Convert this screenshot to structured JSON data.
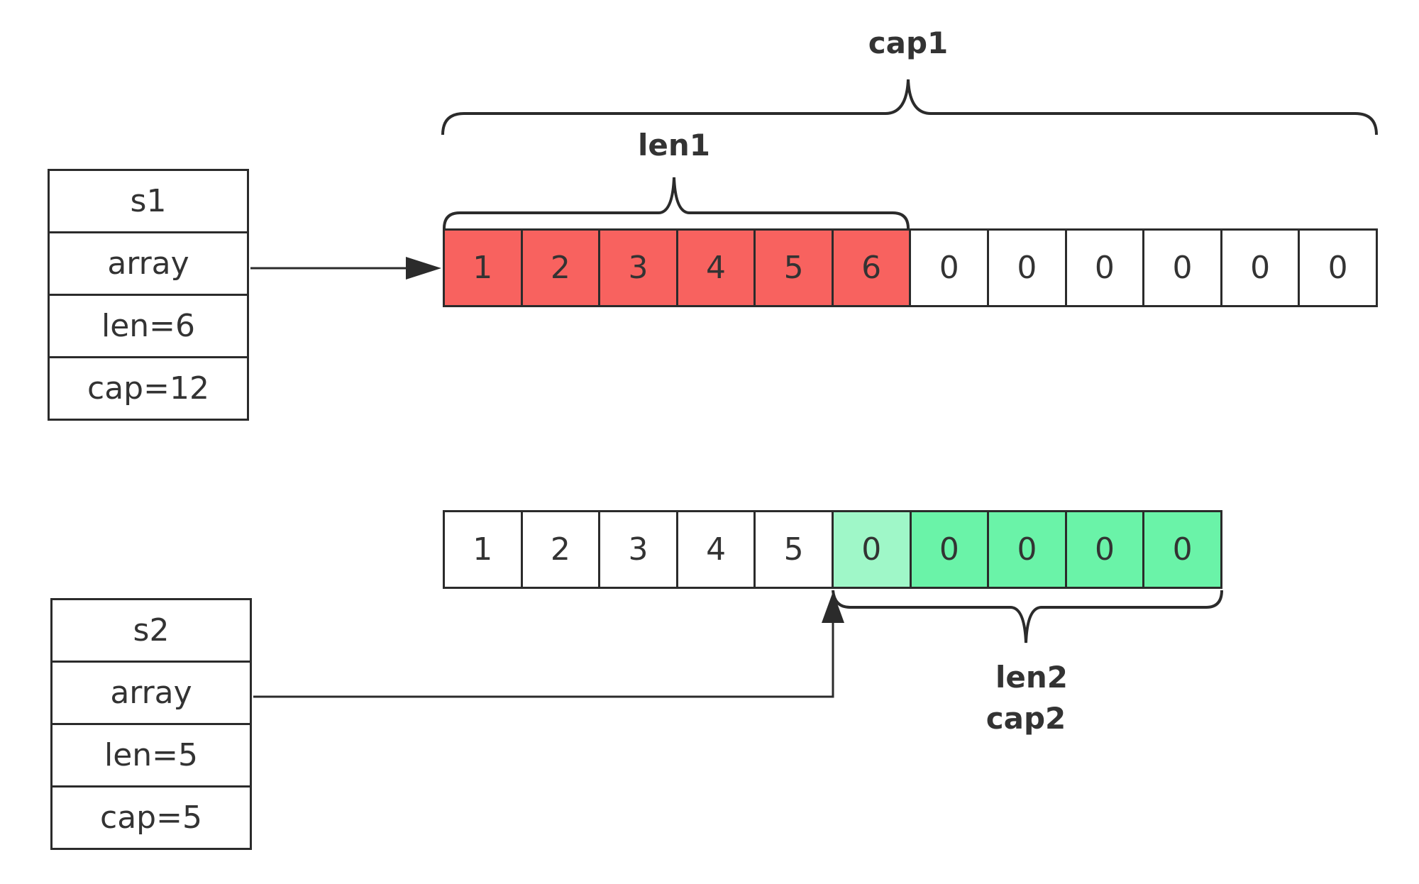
{
  "structs": {
    "s1": {
      "fields": [
        "s1",
        "array",
        "len=6",
        "cap=12"
      ]
    },
    "s2": {
      "fields": [
        "s2",
        "array",
        "len=5",
        "cap=5"
      ]
    }
  },
  "arrays": {
    "a1": {
      "cells": [
        "1",
        "2",
        "3",
        "4",
        "5",
        "6",
        "0",
        "0",
        "0",
        "0",
        "0",
        "0"
      ]
    },
    "a2": {
      "cells": [
        "1",
        "2",
        "3",
        "4",
        "5",
        "0",
        "0",
        "0",
        "0",
        "0"
      ]
    }
  },
  "labels": {
    "cap1": "cap1",
    "len1": "len1",
    "len2": "len2",
    "cap2": "cap2"
  },
  "colors": {
    "red_fill": "#f8625f",
    "light_green_fill": "#9ff7c8",
    "green_fill": "#6af3a8",
    "stroke": "#2b2b2b"
  }
}
